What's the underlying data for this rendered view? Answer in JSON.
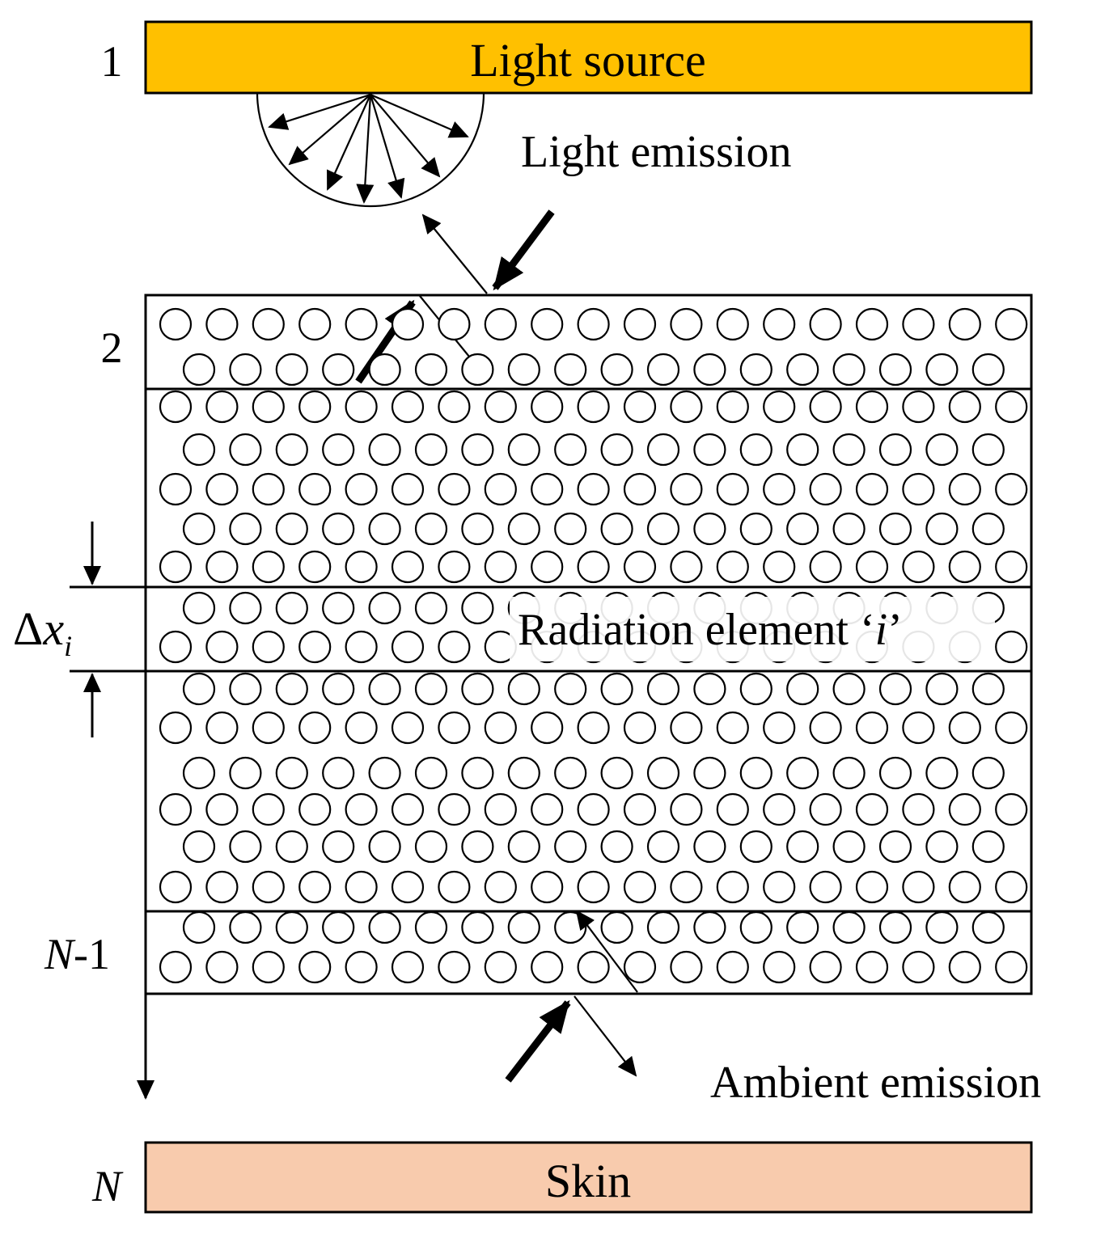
{
  "diagram": {
    "boxes": {
      "light_source": "Light source",
      "skin": "Skin"
    },
    "layer_labels": {
      "first": "1",
      "second": "2",
      "n_minus_1_italic": "N",
      "n_minus_1_suffix": "-1",
      "n": "N"
    },
    "annotations": {
      "light_emission": "Light emission",
      "radiation_element_prefix": "Radiation element ‘",
      "radiation_element_italic": "i",
      "radiation_element_suffix": "’",
      "ambient_emission": "Ambient emission",
      "delta_symbol": "Δ",
      "delta_var": "x",
      "delta_sub": "i"
    },
    "colors": {
      "light_source_fill": "#FFC000",
      "skin_fill": "#F8CBAD",
      "stroke": "#000000"
    }
  }
}
